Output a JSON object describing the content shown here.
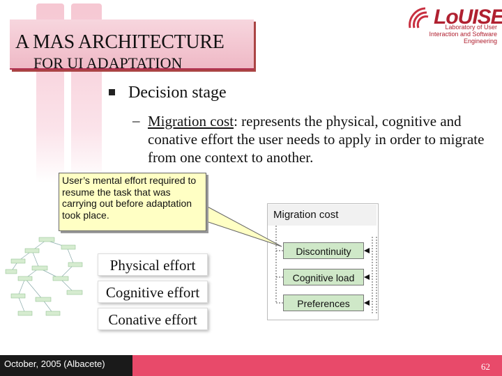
{
  "title": {
    "line1": "A MAS ARCHITECTURE",
    "line2": "FOR UI ADAPTATION"
  },
  "logo": {
    "name": "LoUISE",
    "subtitle": "Laboratory of User Interaction and Software Engineering"
  },
  "bullet": {
    "text": "Decision stage"
  },
  "sub_bullet": {
    "term": "Migration cost",
    "text": ": represents the physical, cognitive and conative effort the user needs to apply in order to migrate from one context to another."
  },
  "callout": {
    "text": "User’s mental effort required to resume the task that was carrying out before adaptation took place."
  },
  "efforts": [
    "Physical effort",
    "Cognitive effort",
    "Conative effort"
  ],
  "migration": {
    "title": "Migration cost",
    "nodes": [
      "Discontinuity",
      "Cognitive load",
      "Preferences"
    ]
  },
  "footer": {
    "left": "October, 2005 (Albacete)",
    "page": "62"
  },
  "colors": {
    "accent": "#e84a6a",
    "title_bg": "#f2c2ce",
    "node_fill": "#cfe8c8",
    "callout_fill": "#ffffc4"
  }
}
